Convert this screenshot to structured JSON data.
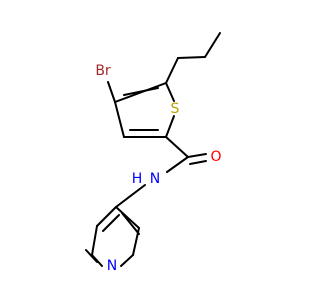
{
  "molecule": {
    "atoms": {
      "bromine": {
        "label": "Br",
        "color": "#a52a2a"
      },
      "sulfur": {
        "label": "S",
        "color": "#b8a400"
      },
      "oxygen": {
        "label": "O",
        "color": "#ff0000"
      },
      "amide_nitrogen": {
        "label": "N",
        "color": "#0000ff"
      },
      "amide_hydrogen": {
        "label": "H",
        "color": "#0000ff"
      },
      "pyridine_nitrogen": {
        "label": "N",
        "color": "#0000ff"
      }
    },
    "bond_color": "#000000"
  }
}
